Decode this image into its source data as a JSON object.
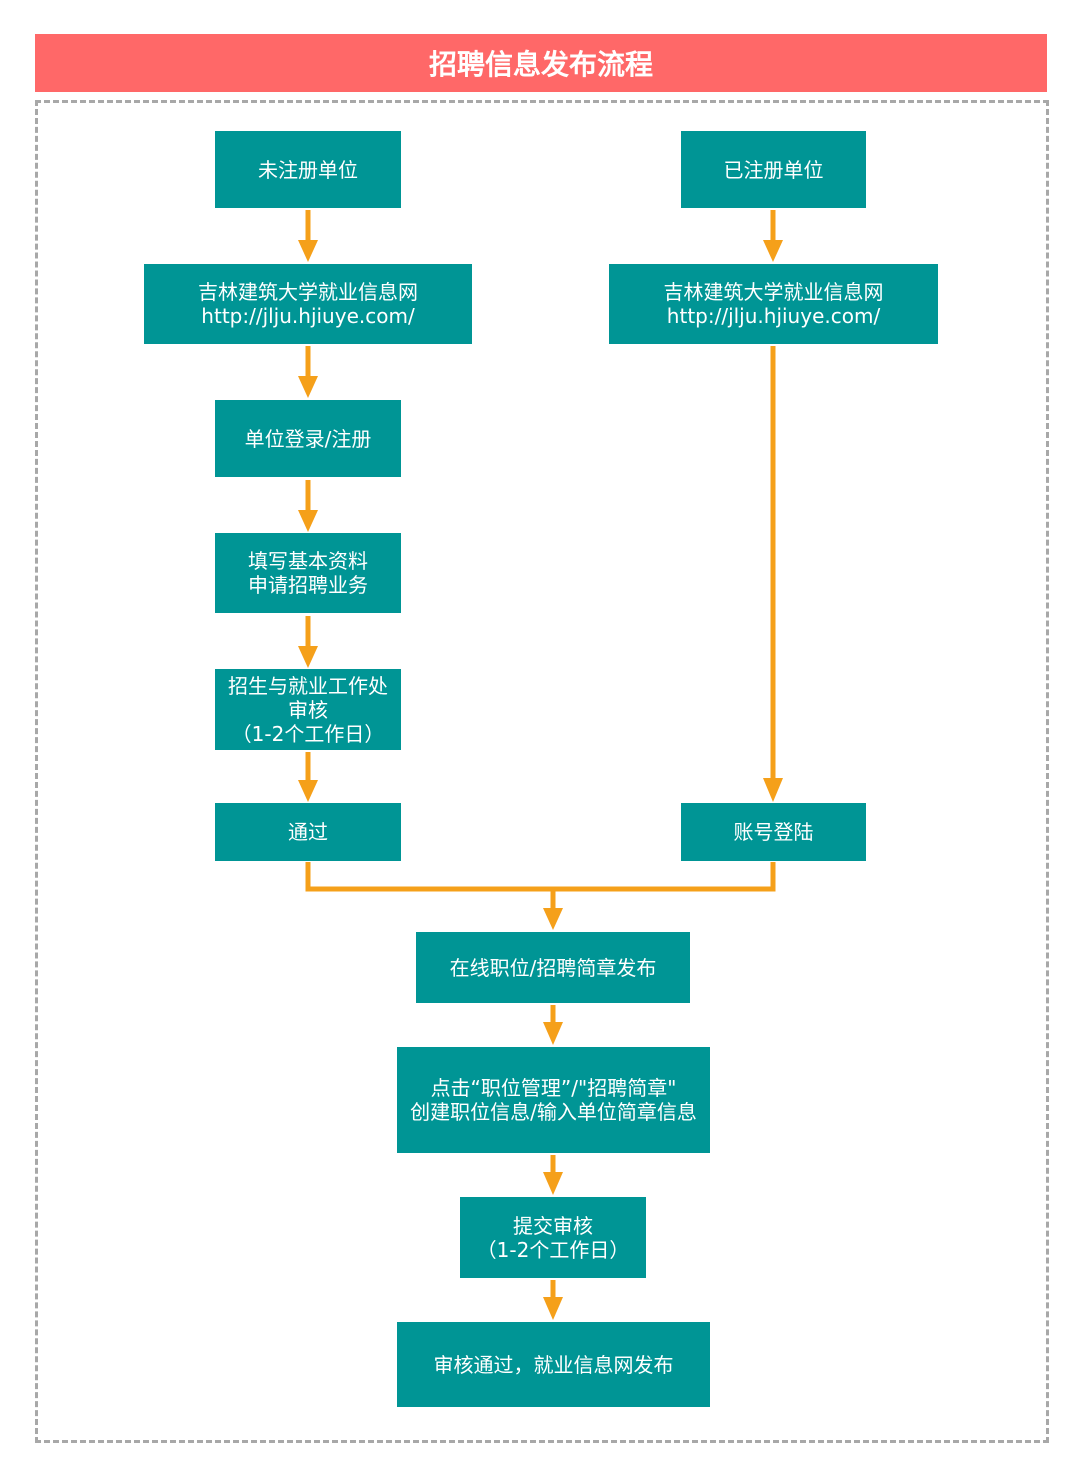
{
  "title": "招聘信息发布流程",
  "colors": {
    "title_bg": "#ff6868",
    "node_bg": "#009595",
    "arrow": "#f5a01a",
    "frame": "#a8a8a8"
  },
  "nodes": {
    "unregistered": {
      "lines": [
        "未注册单位"
      ]
    },
    "site_left": {
      "lines": [
        "吉林建筑大学就业信息网",
        "http://jlju.hjiuye.com/"
      ]
    },
    "login_register": {
      "lines": [
        "单位登录/注册"
      ]
    },
    "fill_info": {
      "lines": [
        "填写基本资料",
        "申请招聘业务"
      ]
    },
    "office_review": {
      "lines": [
        "招生与就业工作处",
        "审核",
        "（1-2个工作日）"
      ]
    },
    "approved": {
      "lines": [
        "通过"
      ]
    },
    "registered": {
      "lines": [
        "已注册单位"
      ]
    },
    "site_right": {
      "lines": [
        "吉林建筑大学就业信息网",
        "http://jlju.hjiuye.com/"
      ]
    },
    "account_login": {
      "lines": [
        "账号登陆"
      ]
    },
    "publish_online": {
      "lines": [
        "在线职位/招聘简章发布"
      ]
    },
    "click_manage": {
      "lines": [
        "点击“职位管理”/\"招聘简章\"",
        "创建职位信息/输入单位简章信息"
      ]
    },
    "submit_review": {
      "lines": [
        "提交审核",
        "（1-2个工作日）"
      ]
    },
    "final_publish": {
      "lines": [
        "审核通过，就业信息网发布"
      ]
    }
  }
}
